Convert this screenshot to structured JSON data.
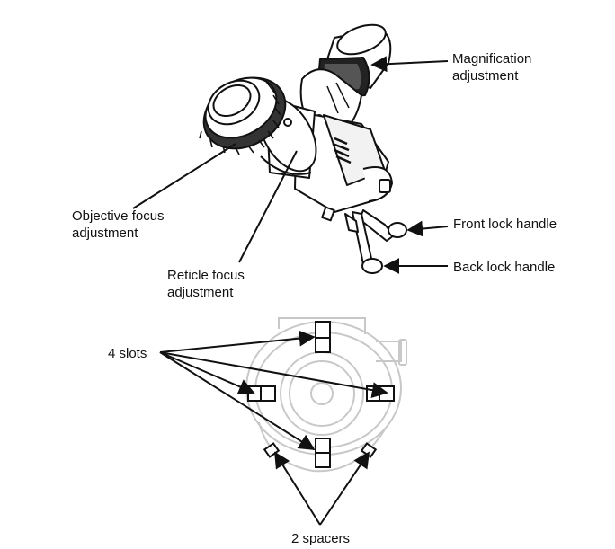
{
  "labels": {
    "magnification": "Magnification\nadjustment",
    "objective_focus": "Objective focus\nadjustment",
    "reticle_focus": "Reticle focus\nadjustment",
    "front_lock": "Front lock handle",
    "back_lock": "Back lock handle",
    "slots": "4 slots",
    "spacers": "2 spacers"
  },
  "colors": {
    "line": "#111111",
    "light_line": "#c8c8c8"
  }
}
